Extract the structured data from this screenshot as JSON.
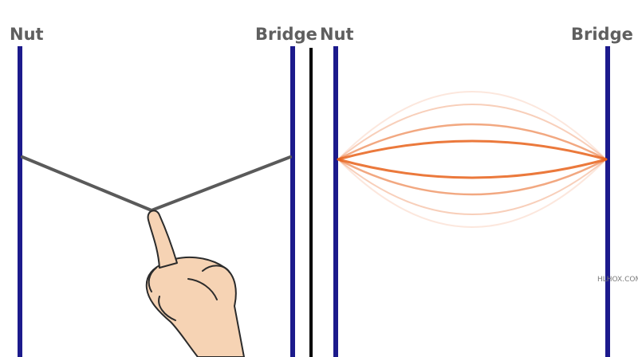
{
  "left_panel": {
    "nut_label": "Nut",
    "bridge_label": "Bridge",
    "string_state": "plucked"
  },
  "right_panel": {
    "nut_label": "Nut",
    "bridge_label": "Bridge",
    "string_state": "vibrating"
  },
  "watermark": "HLHOX.COM",
  "colors": {
    "post": "#1c1a8c",
    "divider": "#000000",
    "string_plucked": "#5a5a5a",
    "string_vibrating": "#e8611a",
    "label": "#5f5f5f",
    "skin": "#f6d3b4",
    "skin_outline": "#2b2b2b"
  },
  "icons": [
    "hand-pointing-icon"
  ]
}
